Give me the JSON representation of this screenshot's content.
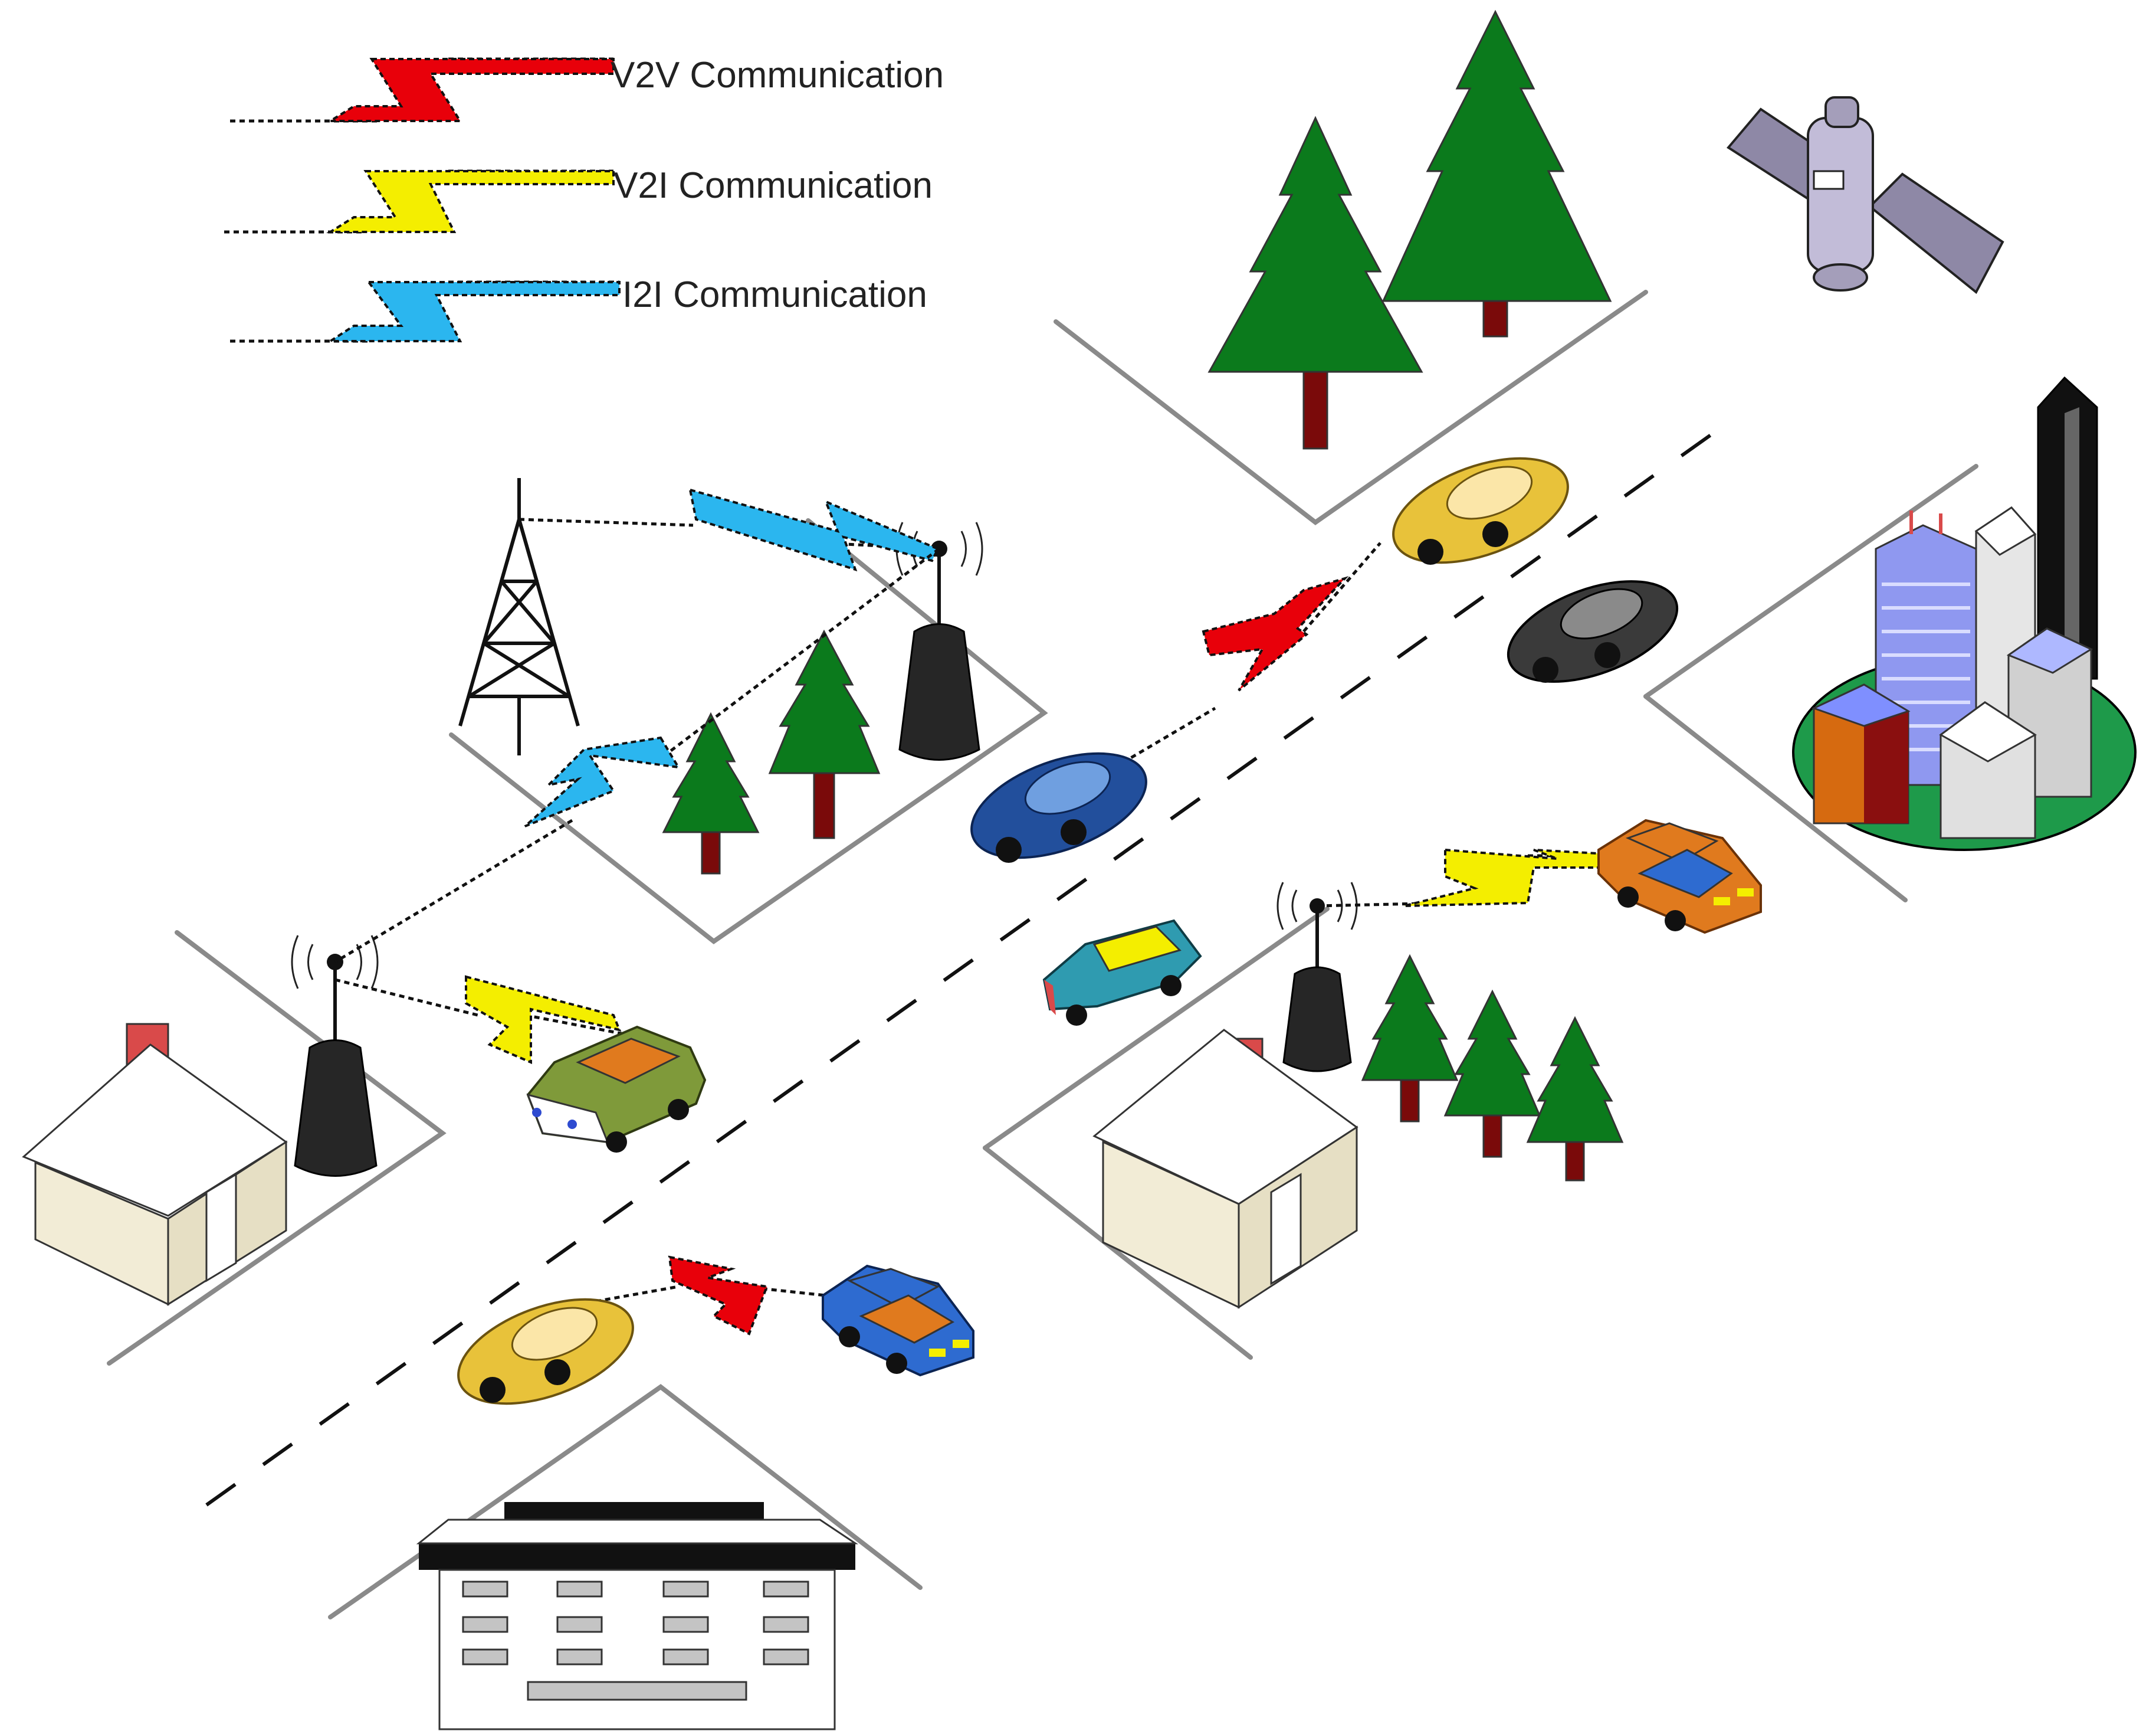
{
  "legend": {
    "items": [
      {
        "label": "V2V Communication",
        "color": "#e8000a"
      },
      {
        "label": "V2I Communication",
        "color": "#f4ee00"
      },
      {
        "label": "I2I Communication",
        "color": "#2bb6ef"
      }
    ]
  },
  "colors": {
    "tree": "#0b7a1c",
    "trunk": "#7a0a0a",
    "tower_base": "#262626",
    "house_wall": "#f2ecd6",
    "house_roof": "#ffffff",
    "chimney": "#d94a4a",
    "campus_lawn": "#1e9a4a",
    "road_edge": "#8a8a8a"
  },
  "vehicles": [
    {
      "name": "gold-sedan-top",
      "color": "#e8c23a"
    },
    {
      "name": "black-sedan",
      "color": "#3a3a3a"
    },
    {
      "name": "blue-sedan",
      "color": "#224f9c"
    },
    {
      "name": "teal-coupe",
      "color": "#2f9bb0"
    },
    {
      "name": "orange-van",
      "color": "#e07a1e"
    },
    {
      "name": "green-van",
      "color": "#7f9a3a"
    },
    {
      "name": "gold-sedan-bottom",
      "color": "#e8c23a"
    },
    {
      "name": "blue-van",
      "color": "#2e6bd0"
    }
  ],
  "icons": [
    "satellite-icon",
    "cell-tower-icon",
    "roadside-unit-icon",
    "house-icon",
    "tree-icon",
    "city-buildings-icon",
    "office-building-icon",
    "car-icon"
  ]
}
